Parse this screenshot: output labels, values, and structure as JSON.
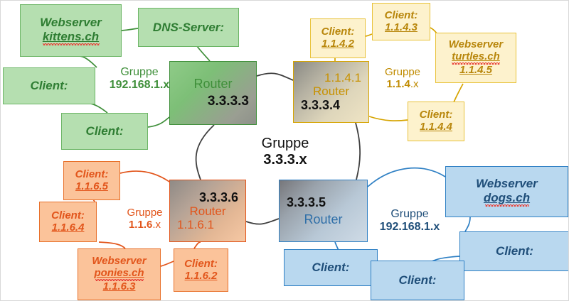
{
  "diagram": {
    "title": "Network groups diagram",
    "center_label": {
      "caption": "Gruppe",
      "value": "3.3.3.x"
    },
    "colors": {
      "green": "#2e7d32",
      "gold": "#b8860b",
      "orange": "#e2551b",
      "blue": "#1f4e79",
      "backbone_line": "#3f3f3f",
      "spell_error": "#e8423a"
    },
    "groups": [
      {
        "id": "green",
        "label": {
          "caption": "Gruppe",
          "value": "192.168.1.x"
        },
        "router": {
          "name": "Router",
          "wan_ip": "3.3.3.3",
          "lan_ip": ""
        },
        "nodes": [
          {
            "role": "webserver",
            "line1": "Webserver",
            "line2": "kittens.ch",
            "line3": ""
          },
          {
            "role": "dns",
            "line1": "DNS-Server:",
            "line2": "",
            "line3": ""
          },
          {
            "role": "client",
            "line1": "Client:",
            "line2": "",
            "line3": ""
          },
          {
            "role": "client",
            "line1": "Client:",
            "line2": "",
            "line3": ""
          }
        ]
      },
      {
        "id": "gold",
        "label": {
          "caption": "Gruppe",
          "value_bold": "1.1.4",
          "value_tail": ".x"
        },
        "router": {
          "name": "Router",
          "wan_ip": "3.3.3.4",
          "lan_ip": "1.1.4.1"
        },
        "nodes": [
          {
            "role": "client",
            "line1": "Client:",
            "line2": "1.1.4.2",
            "line3": ""
          },
          {
            "role": "client",
            "line1": "Client:",
            "line2": "1.1.4.3",
            "line3": ""
          },
          {
            "role": "webserver",
            "line1": "Webserver",
            "line2": "turtles.ch",
            "line3": "1.1.4.5"
          },
          {
            "role": "client",
            "line1": "Client:",
            "line2": "1.1.4.4",
            "line3": ""
          }
        ]
      },
      {
        "id": "orange",
        "label": {
          "caption": "Gruppe",
          "value_bold": "1.1.6",
          "value_tail": ".x"
        },
        "router": {
          "name": "Router",
          "wan_ip": "3.3.3.6",
          "lan_ip": "1.1.6.1"
        },
        "nodes": [
          {
            "role": "client",
            "line1": "Client:",
            "line2": "1.1.6.5",
            "line3": ""
          },
          {
            "role": "client",
            "line1": "Client:",
            "line2": "1.1.6.4",
            "line3": ""
          },
          {
            "role": "webserver",
            "line1": "Webserver",
            "line2": "ponies.ch",
            "line3": "1.1.6.3"
          },
          {
            "role": "client",
            "line1": "Client:",
            "line2": "1.1.6.2",
            "line3": ""
          }
        ]
      },
      {
        "id": "blue",
        "label": {
          "caption": "Gruppe",
          "value": "192.168.1.x"
        },
        "router": {
          "name": "Router",
          "wan_ip": "3.3.3.5",
          "lan_ip": ""
        },
        "nodes": [
          {
            "role": "webserver",
            "line1": "Webserver",
            "line2": "dogs.ch",
            "line3": ""
          },
          {
            "role": "client",
            "line1": "Client:",
            "line2": "",
            "line3": ""
          },
          {
            "role": "client",
            "line1": "Client:",
            "line2": "",
            "line3": ""
          },
          {
            "role": "client",
            "line1": "Client:",
            "line2": "",
            "line3": ""
          }
        ]
      }
    ]
  }
}
